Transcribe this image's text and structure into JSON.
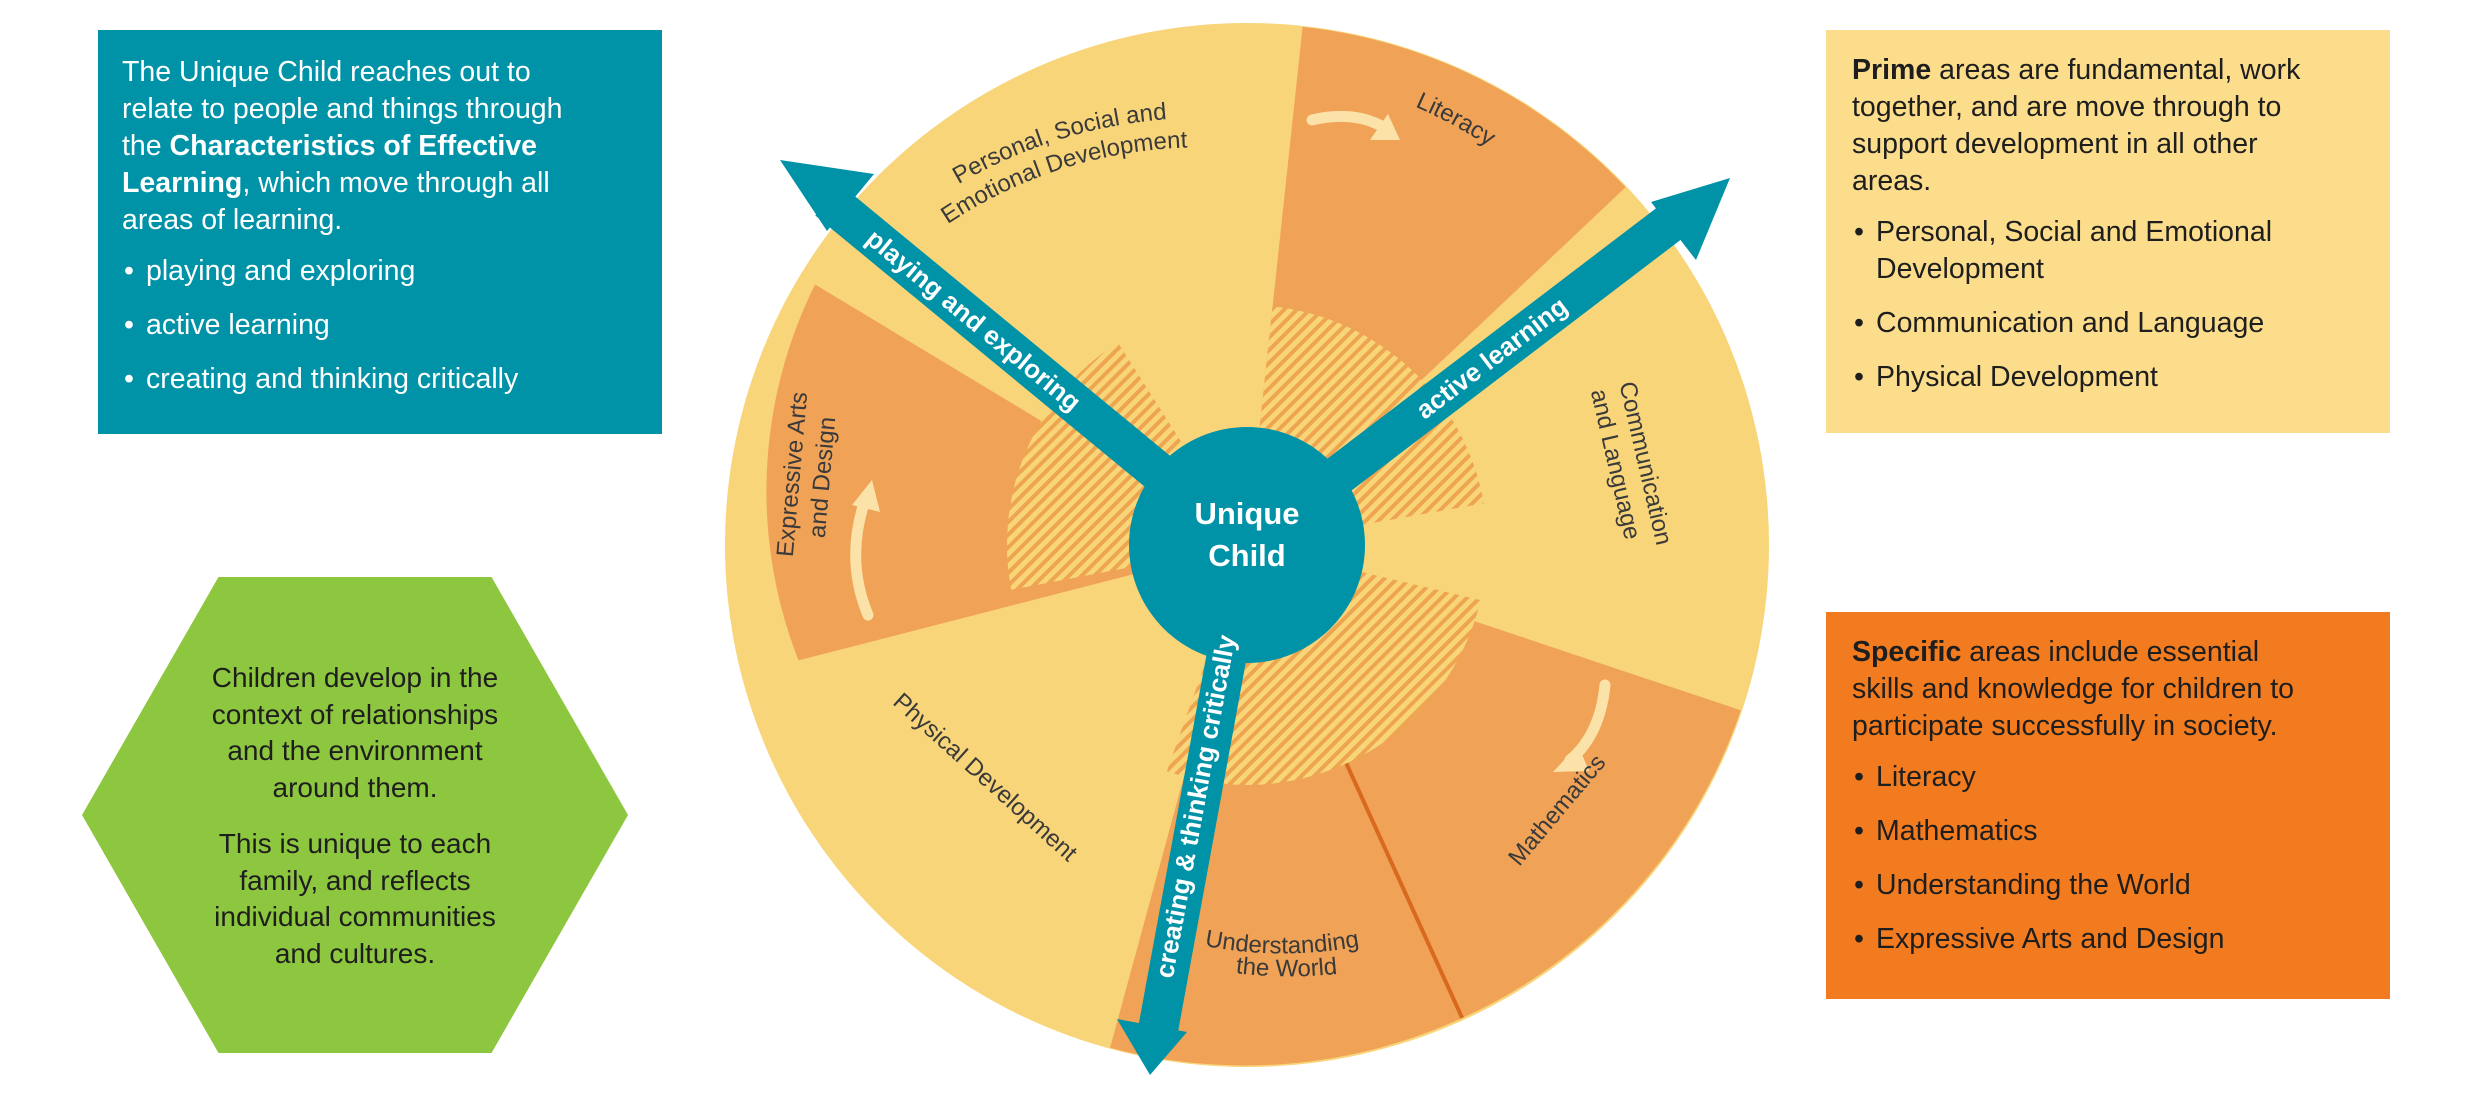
{
  "characteristics_box": {
    "line1": "The Unique Child reaches out to",
    "line2": "relate to people and things through",
    "line3_pre": "the ",
    "line3_bold": "Characteristics of Effective",
    "line4_bold": "Learning",
    "line4_post": ", which move through all",
    "line5": "areas of learning.",
    "items": [
      "playing and exploring",
      "active learning",
      "creating and thinking critically"
    ],
    "color": "#0092a7"
  },
  "environment_hexagon": {
    "para1": [
      "Children develop in the",
      "context of relationships",
      "and the environment",
      "around them."
    ],
    "para2": [
      "This is unique to each",
      "family, and reflects",
      "individual communities",
      "and cultures."
    ],
    "color": "#8dc63f"
  },
  "prime_box": {
    "bold": "Prime",
    "line1_post": " areas are fundamental, work",
    "line2": "together, and are move through to",
    "line3": "support development in all other",
    "line4": "areas.",
    "items": [
      "Personal, Social and Emotional Development",
      "Communication and Language",
      "Physical Development"
    ],
    "color": "#fbdd8c"
  },
  "specific_box": {
    "bold": "Specific",
    "line1_post": " areas include essential",
    "line2": "skills and knowledge for children to",
    "line3": "participate successfully in society.",
    "items": [
      "Literacy",
      "Mathematics",
      "Understanding the World",
      "Expressive Arts and Design"
    ],
    "color": "#f27b1f"
  },
  "wheel": {
    "center_line1": "Unique",
    "center_line2": "Child",
    "prime_color": "#f9d57a",
    "specific_color": "#f0a256",
    "arrow_color": "#0092a7",
    "segments": {
      "psed_line1": "Personal, Social and",
      "psed_line2": "Emotional Development",
      "literacy": "Literacy",
      "comm_line1": "Communication",
      "comm_line2": "and Language",
      "mathematics": "Mathematics",
      "utw_line1": "Understanding",
      "utw_line2": "the World",
      "physical": "Physical Development",
      "ead_line1": "Expressive Arts",
      "ead_line2": "and Design"
    },
    "arrows": {
      "playing": "playing and exploring",
      "active": "active learning",
      "creating": "creating & thinking critically"
    }
  }
}
